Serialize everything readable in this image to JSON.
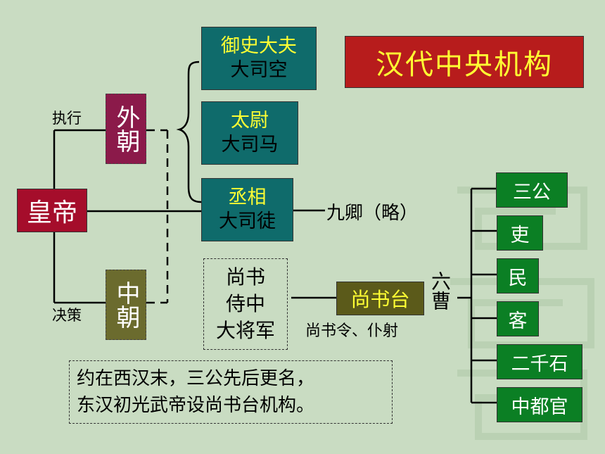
{
  "title": "汉代中央机构",
  "emperor": "皇帝",
  "outer_court": "外朝",
  "inner_court": "中朝",
  "execute_label": "执行",
  "decide_label": "决策",
  "three_dukes": [
    {
      "title": "御史大夫",
      "later": "大司空"
    },
    {
      "title": "太尉",
      "later": "大司马"
    },
    {
      "title": "丞相",
      "later": "大司徒"
    }
  ],
  "nine_ministers": "九卿（略）",
  "inner_officials": [
    "尚书",
    "侍中",
    "大将军"
  ],
  "shangshutai": "尚书台",
  "shangshutai_sub": "尚书令、仆射",
  "six_cao": "六曹",
  "cao_list": [
    "三公",
    "吏",
    "民",
    "客",
    "二千石",
    "中都官"
  ],
  "note_lines": [
    "约在西汉末，三公先后更名，",
    "东汉初光武帝设尚书台机构。"
  ],
  "colors": {
    "background": "#c9dcc2",
    "title_bg": "#b71c1c",
    "title_text": "#ffff33",
    "emperor_bg": "#a50d2b",
    "outer_bg": "#8b1a4a",
    "inner_bg": "#6b6b2e",
    "dukes_bg": "#0f6b6b",
    "cao_bg": "#0b7f24",
    "highlight_text": "#ffff33"
  }
}
